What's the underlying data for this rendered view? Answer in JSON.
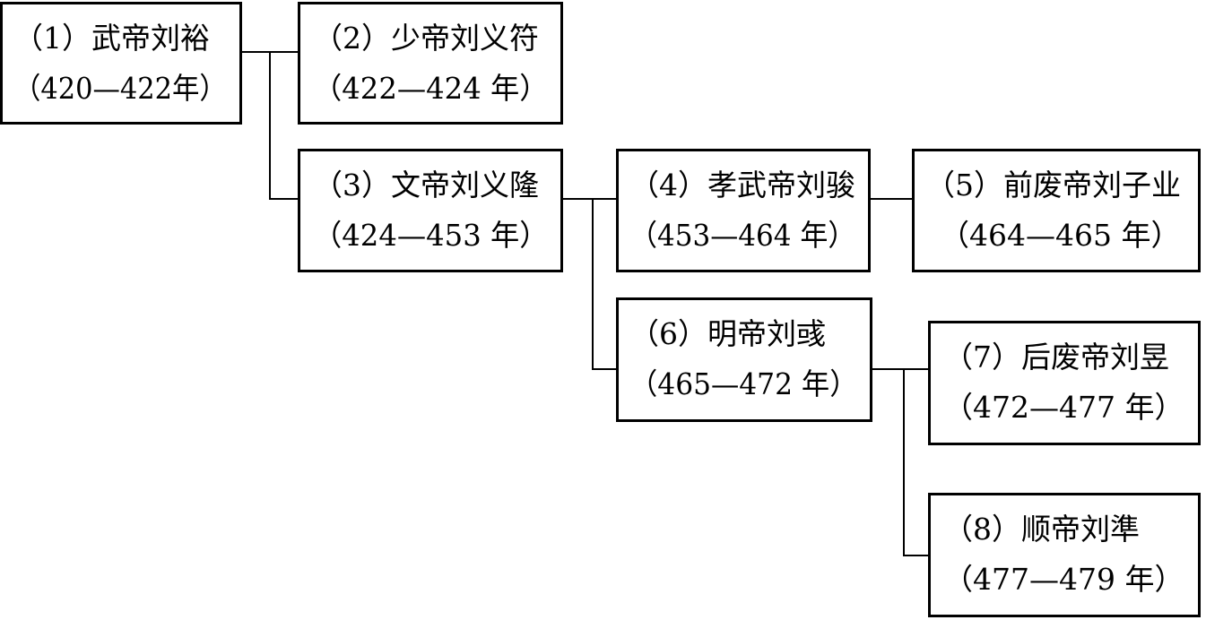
{
  "diagram": {
    "nodes": [
      {
        "id": "n1",
        "title": "（1）武帝刘裕",
        "years": "（420—422年）"
      },
      {
        "id": "n2",
        "title": "（2）少帝刘义符",
        "years": "（422—424 年）"
      },
      {
        "id": "n3",
        "title": "（3）文帝刘义隆",
        "years": "（424—453 年）"
      },
      {
        "id": "n4",
        "title": "（4）孝武帝刘骏",
        "years": "（453—464 年）"
      },
      {
        "id": "n5",
        "title": "（5）前废帝刘子业",
        "years": "（464—465 年）"
      },
      {
        "id": "n6",
        "title": "（6）明帝刘彧",
        "years": "（465—472 年）"
      },
      {
        "id": "n7",
        "title": "（7）后废帝刘昱",
        "years": "（472—477 年）"
      },
      {
        "id": "n8",
        "title": "（8）顺帝刘準",
        "years": "（477—479 年）"
      }
    ]
  }
}
